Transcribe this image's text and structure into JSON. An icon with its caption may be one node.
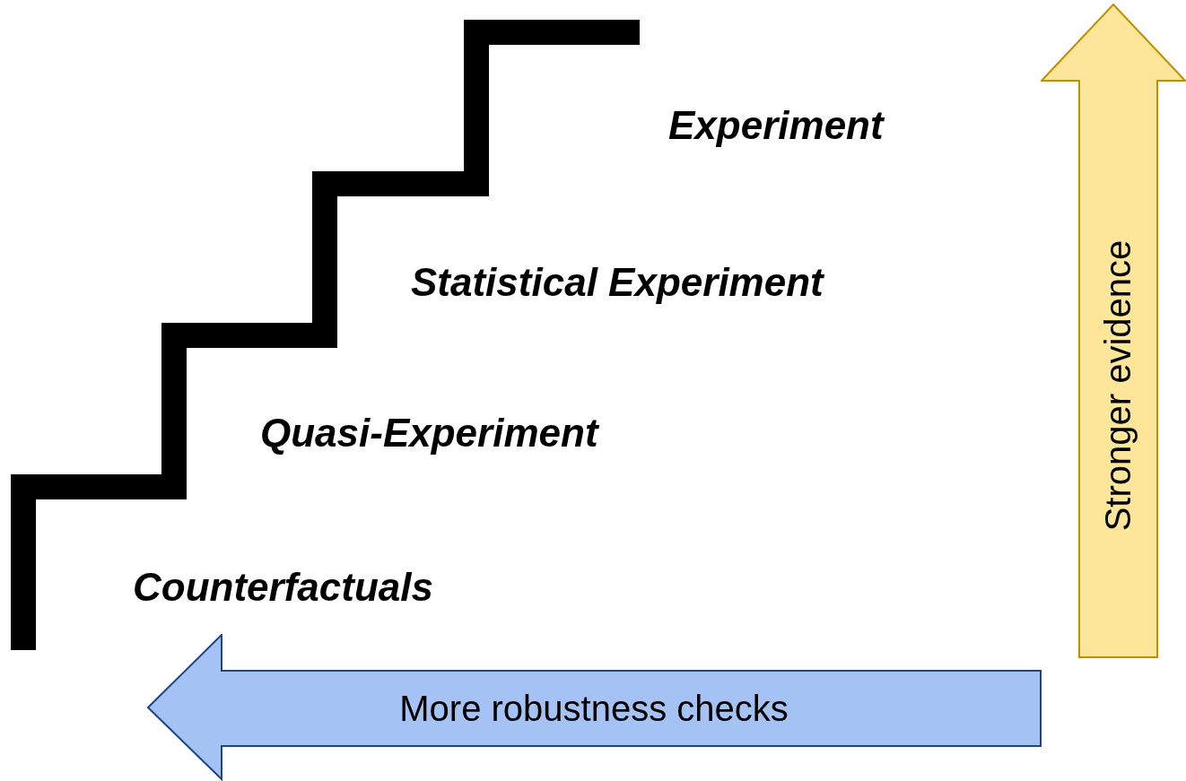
{
  "diagram": {
    "nodes": [
      {
        "text": [
          "Stronger evidence"
        ]
      },
      {
        "text": [
          "More robustness checks"
        ]
      }
    ],
    "labels": [
      "Experiment",
      "Statistical Experiment",
      "Quasi-Experiment",
      "Counterfactuals"
    ]
  }
}
